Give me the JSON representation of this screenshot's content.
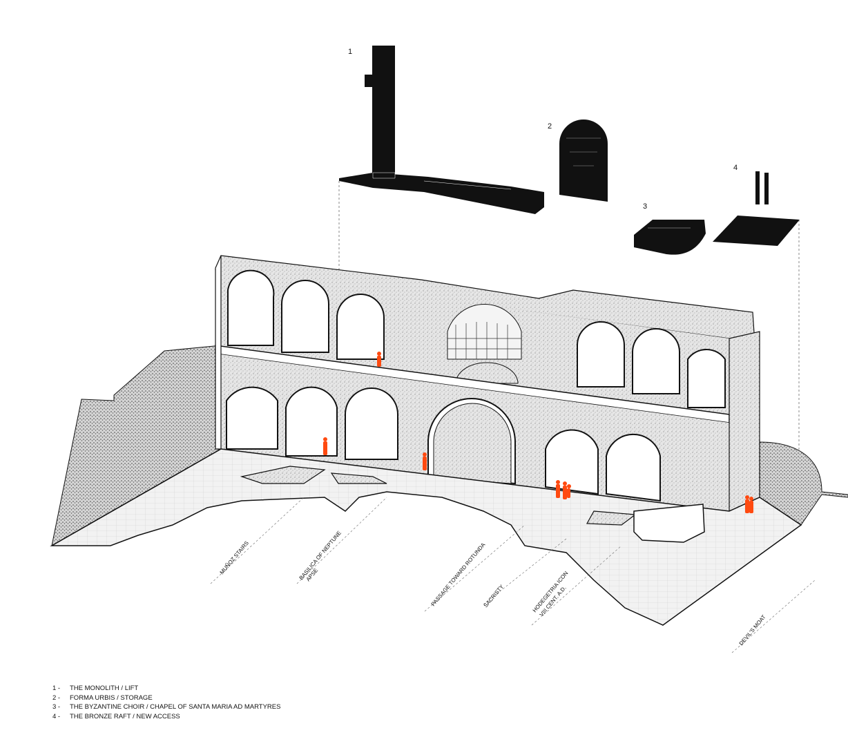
{
  "callouts": {
    "monolith": "1",
    "forma_urbis": "2",
    "choir": "3",
    "raft": "4"
  },
  "section_labels": {
    "munoz": "MUÑOZ STAIRS",
    "basilica_1": "BASILICA OF NEPTUNE",
    "basilica_2": "APSE",
    "passage": "PASSAGE TOWARD ROTUNDA",
    "sacristy": "SACRISTY",
    "icon_1": "HODEGETRIA ICON",
    "icon_2": "VIII CENT. A.D.",
    "moat": "DEVIL'S MOAT"
  },
  "legend": [
    {
      "num": "1 -",
      "text": "THE MONOLITH / LIFT"
    },
    {
      "num": "2 -",
      "text": "FORMA URBIS / STORAGE"
    },
    {
      "num": "3 -",
      "text": "THE BYZANTINE CHOIR / CHAPEL OF SANTA MARIA AD MARTYRES"
    },
    {
      "num": "4 -",
      "text": "THE BRONZE RAFT / NEW ACCESS"
    }
  ],
  "colors": {
    "ink": "#111111",
    "figure": "#ff4a10",
    "stipple": "#dcdcdc",
    "floor": "#eeeeee"
  }
}
